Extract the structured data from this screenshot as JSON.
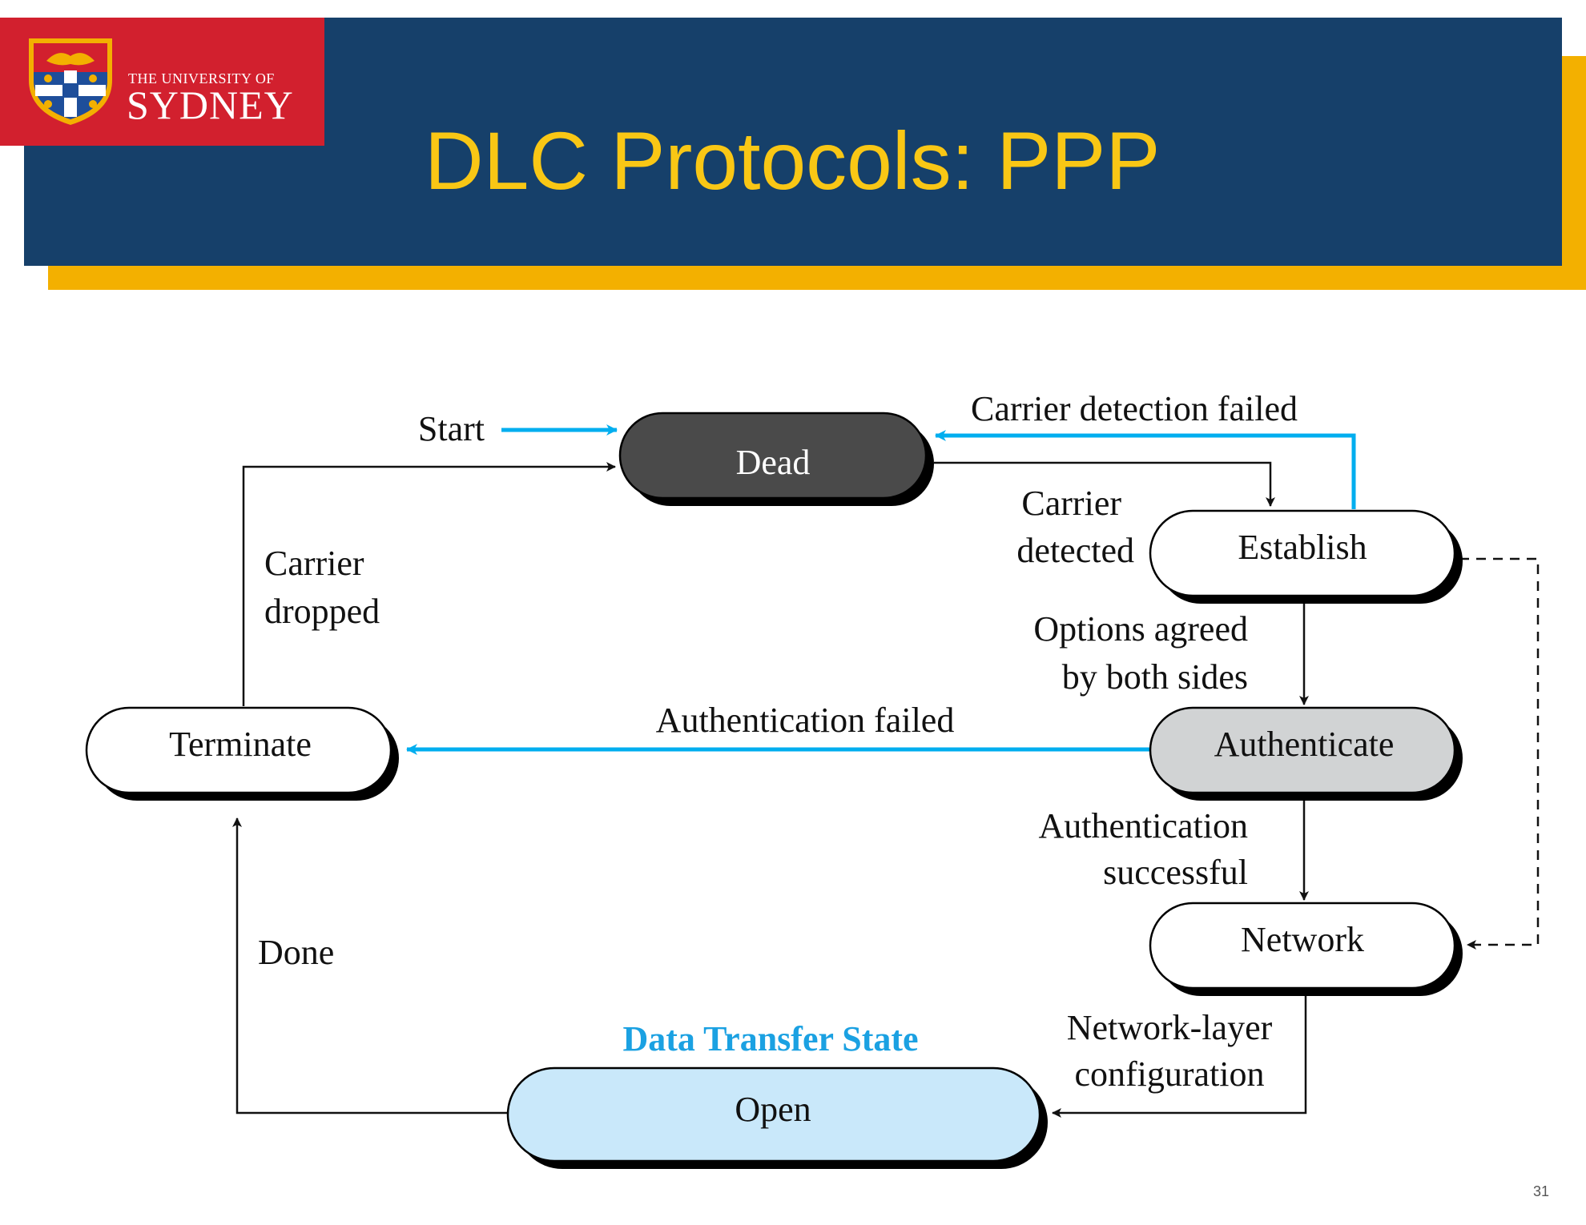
{
  "header": {
    "university_line": "THE UNIVERSITY OF",
    "university_name": "SYDNEY",
    "title": "DLC Protocols: PPP"
  },
  "diagram": {
    "states": {
      "dead": "Dead",
      "establish": "Establish",
      "authenticate": "Authenticate",
      "network": "Network",
      "open": "Open",
      "terminate": "Terminate"
    },
    "labels": {
      "start": "Start",
      "carrier_detection_failed": "Carrier detection failed",
      "carrier_detected": [
        "Carrier",
        "detected"
      ],
      "options_agreed": [
        "Options agreed",
        "by both sides"
      ],
      "authentication_failed": "Authentication failed",
      "authentication_successful": [
        "Authentication",
        "successful"
      ],
      "network_layer_config": [
        "Network-layer",
        "configuration"
      ],
      "carrier_dropped": [
        "Carrier",
        "dropped"
      ],
      "done": "Done",
      "data_transfer_state": "Data Transfer State"
    },
    "colors": {
      "blue_arrow": "#00AEEF",
      "dead_fill": "#4A4A4A",
      "authenticate_fill": "#D1D3D4",
      "open_fill": "#C9E8FA",
      "data_transfer_label": "#1BA1E2"
    }
  },
  "footer": {
    "page_number": "31"
  }
}
